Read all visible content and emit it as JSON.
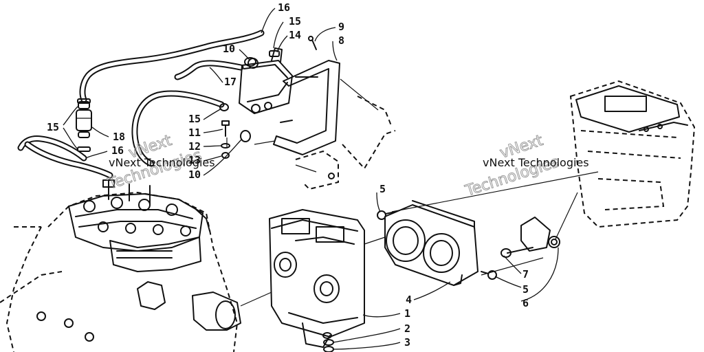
{
  "callouts": [
    {
      "id": "c16a",
      "label": "16"
    },
    {
      "id": "c15a",
      "label": "15"
    },
    {
      "id": "c14",
      "label": "14"
    },
    {
      "id": "c9",
      "label": "9"
    },
    {
      "id": "c8",
      "label": "8"
    },
    {
      "id": "c10",
      "label": "10"
    },
    {
      "id": "c17",
      "label": "17"
    },
    {
      "id": "c15b",
      "label": "15"
    },
    {
      "id": "c18",
      "label": "18"
    },
    {
      "id": "c16b",
      "label": "16"
    },
    {
      "id": "c15c",
      "label": "15"
    },
    {
      "id": "c11",
      "label": "11"
    },
    {
      "id": "c12",
      "label": "12"
    },
    {
      "id": "c13",
      "label": "13"
    },
    {
      "id": "c10b",
      "label": "10"
    },
    {
      "id": "c5a",
      "label": "5"
    },
    {
      "id": "c7",
      "label": "7"
    },
    {
      "id": "c5b",
      "label": "5"
    },
    {
      "id": "c6",
      "label": "6"
    },
    {
      "id": "c4",
      "label": "4"
    },
    {
      "id": "c1",
      "label": "1"
    },
    {
      "id": "c2",
      "label": "2"
    },
    {
      "id": "c3",
      "label": "3"
    }
  ],
  "watermarks": [
    {
      "id": "wm1",
      "text": "vNext Technologies"
    },
    {
      "id": "wm2",
      "text": "vNext Technologies"
    }
  ],
  "watermark_outlines": [
    {
      "id": "wmo1",
      "text": "vNext"
    },
    {
      "id": "wmo2",
      "text": "Technologies"
    },
    {
      "id": "wmo3",
      "text": "vNext"
    },
    {
      "id": "wmo4",
      "text": "Technologies"
    }
  ]
}
